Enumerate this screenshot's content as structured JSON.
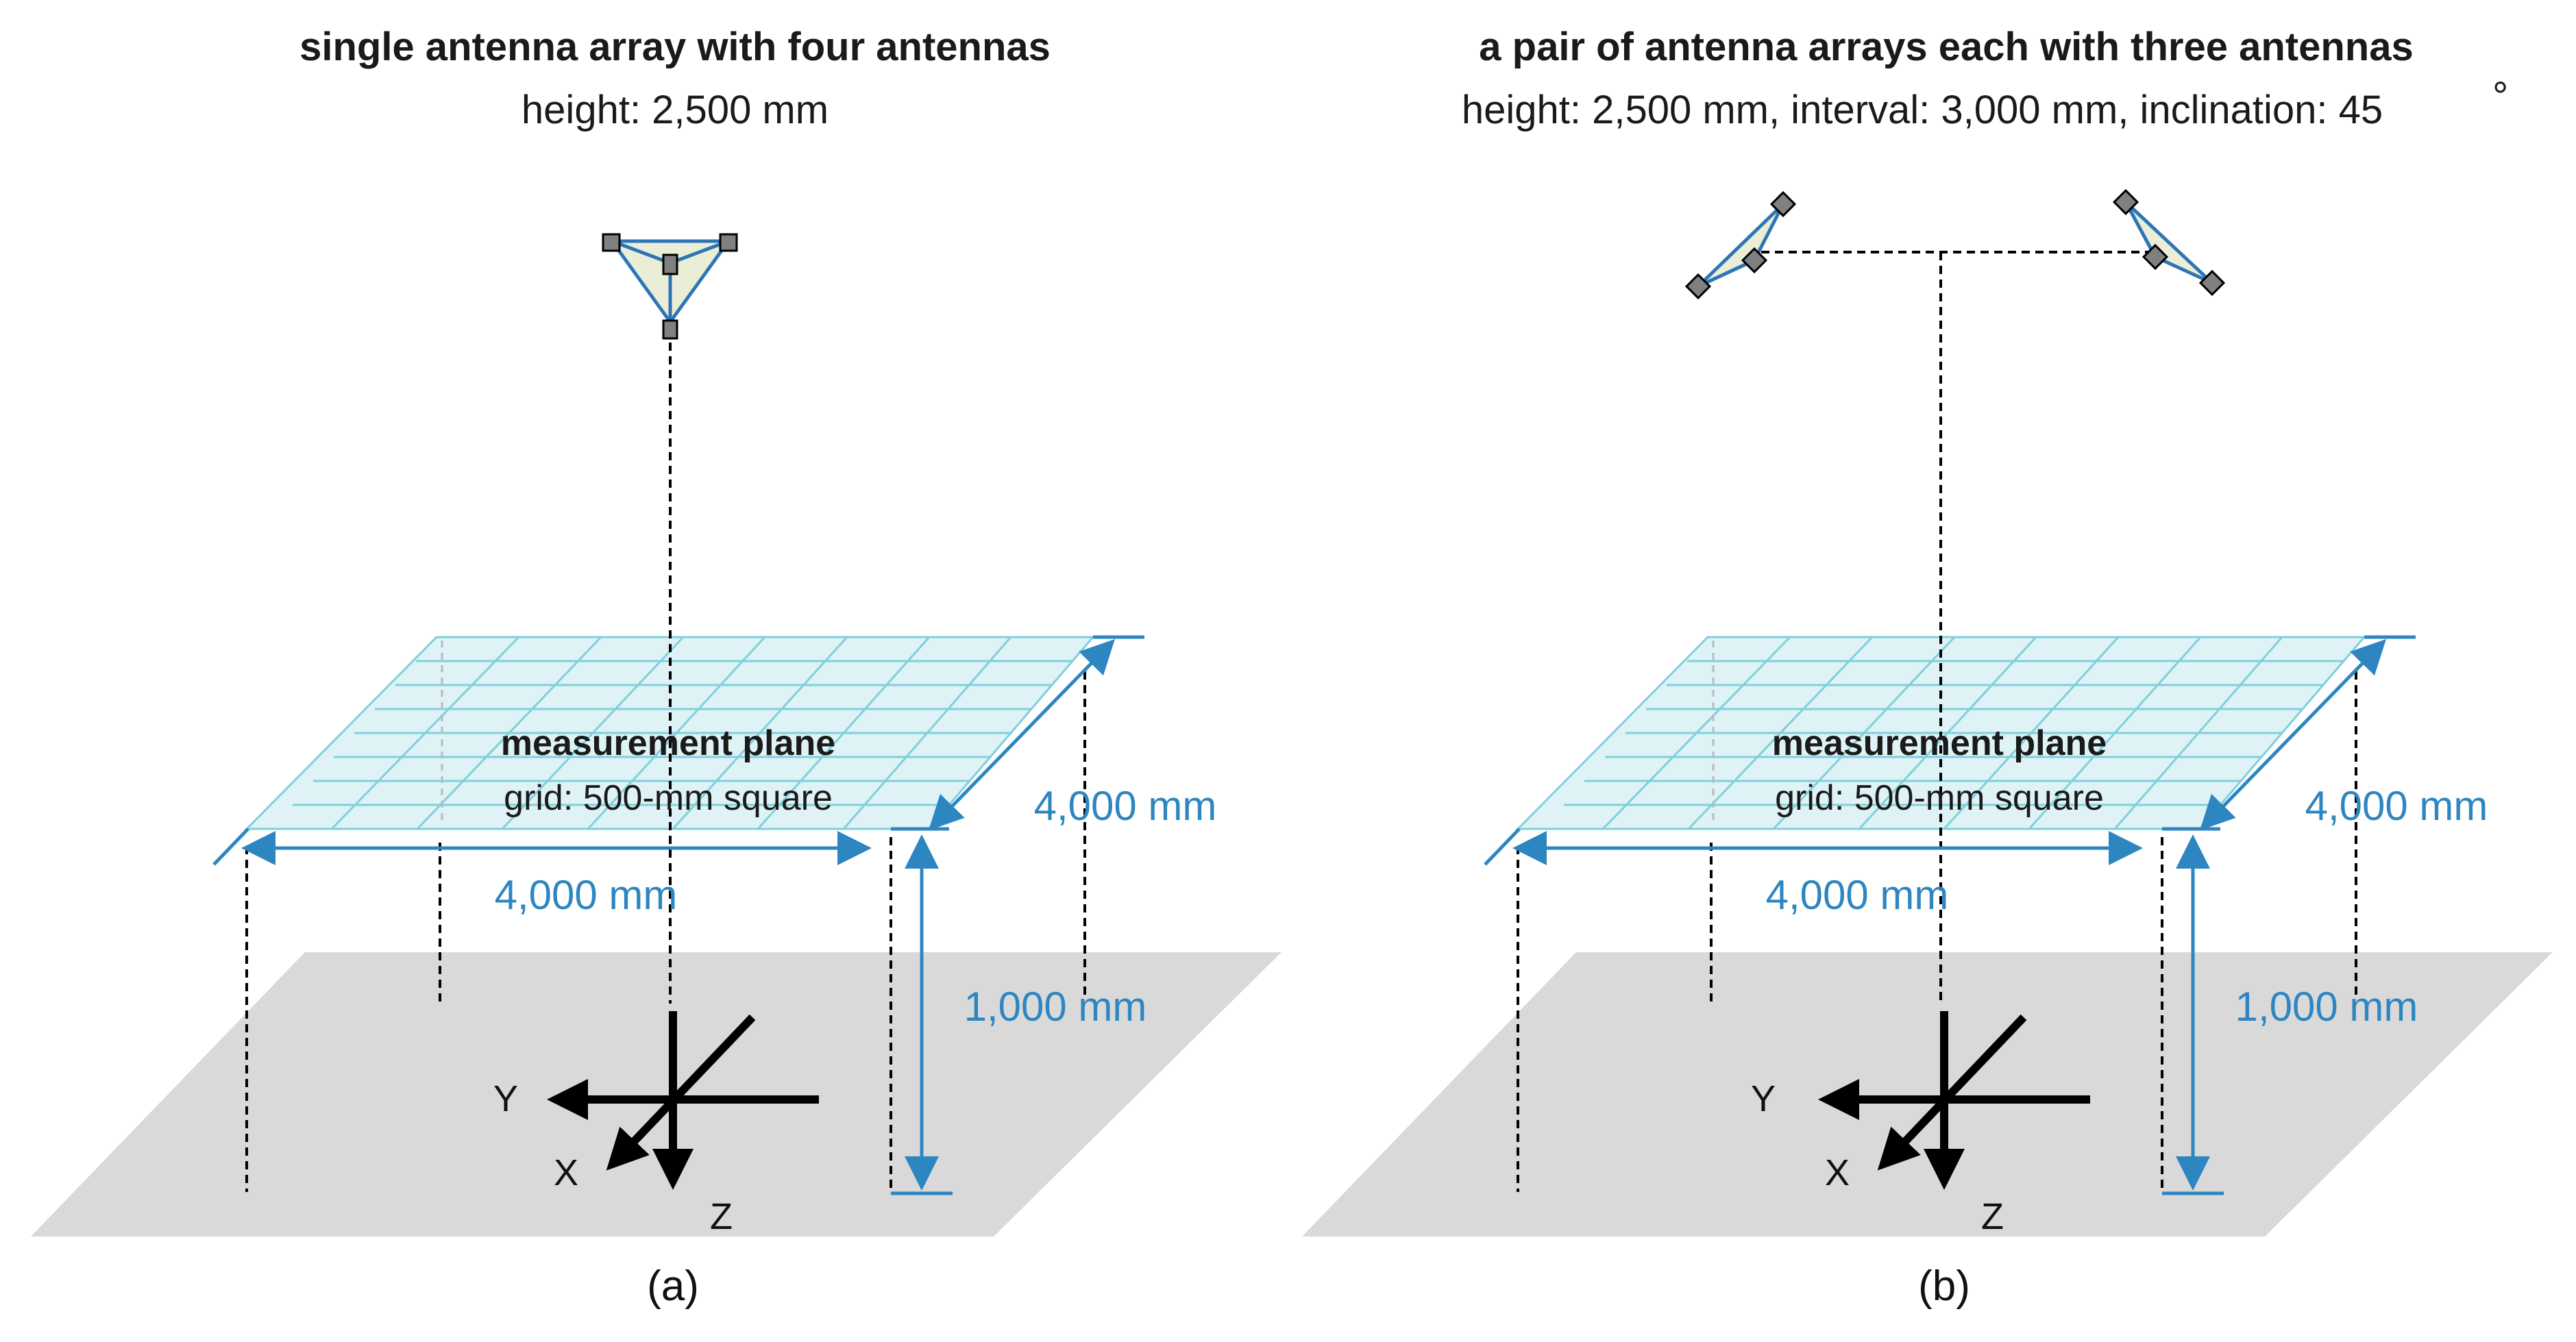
{
  "panels": {
    "a": {
      "title": "single antenna array  with four antennas",
      "subtitle": "height: 2,500 mm",
      "plane_title": "measurement plane",
      "plane_grid": "grid: 500-mm square",
      "dim_width": "4,000 mm",
      "dim_depth": "4,000 mm",
      "dim_height": "1,000 mm",
      "axis_y": "Y",
      "axis_x": "X",
      "axis_z": "Z",
      "caption": "(a)"
    },
    "b": {
      "title": "a pair of antenna arrays  each with three antennas",
      "subtitle": "height: 2,500 mm, interval: 3,000 mm, inclination: 45",
      "degree_symbol": "°",
      "plane_title": "measurement plane",
      "plane_grid": "grid: 500-mm square",
      "dim_width": "4,000 mm",
      "dim_depth": "4,000 mm",
      "dim_height": "1,000 mm",
      "axis_y": "Y",
      "axis_x": "X",
      "axis_z": "Z",
      "caption": "(b)"
    }
  },
  "colors": {
    "dimension": "#2e86c1",
    "grid_fill": "#dff2f6",
    "grid_line": "#7fd0dc",
    "floor": "#d9d9d9",
    "antenna_fill": "#ebeed7",
    "antenna_edge": "#2e75b6"
  }
}
